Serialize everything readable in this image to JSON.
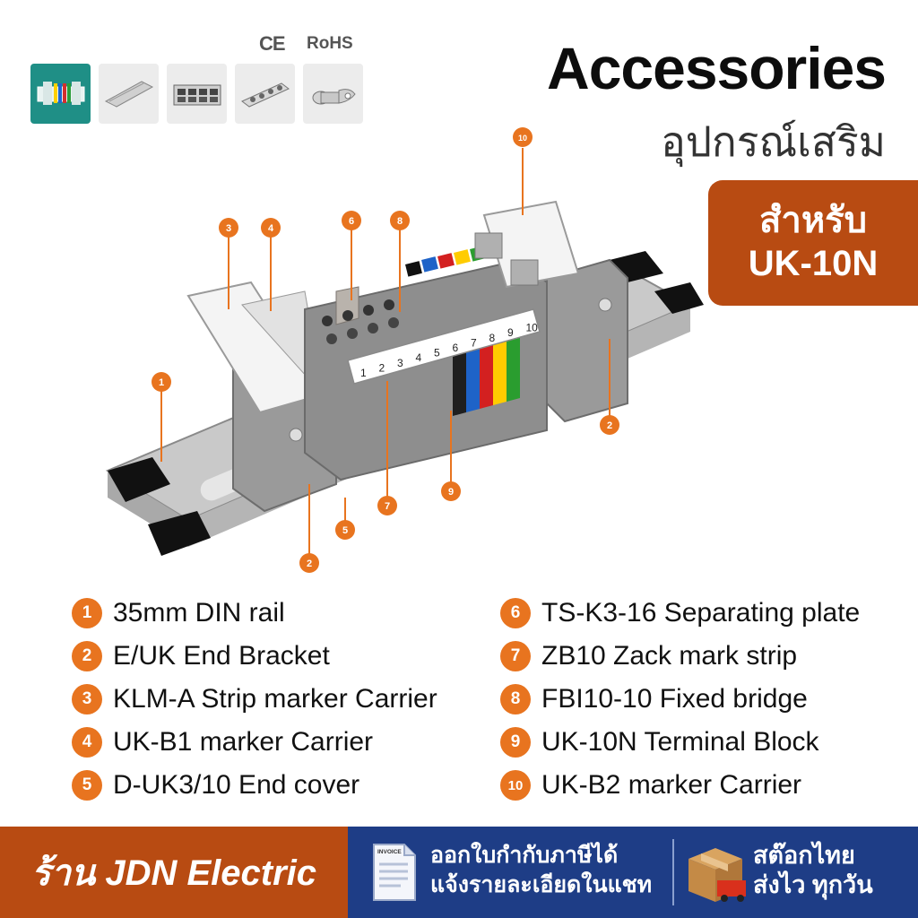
{
  "certifications": {
    "ce": "CE",
    "rohs": "RoHS"
  },
  "thumbnails": [
    "terminal-assembly",
    "din-rail",
    "terminal-block-row",
    "fixed-bridge",
    "ring-terminal"
  ],
  "header": {
    "title": "Accessories",
    "subtitle": "อุปกรณ์เสริม",
    "for_label": "สำหรับ",
    "model": "UK-10N"
  },
  "callout_numbers": [
    "1",
    "2",
    "2",
    "3",
    "4",
    "5",
    "6",
    "7",
    "8",
    "9",
    "10"
  ],
  "terminal_labels": [
    "1",
    "2",
    "3",
    "4",
    "5",
    "6",
    "7",
    "8",
    "9",
    "10"
  ],
  "legend": [
    {
      "num": "1",
      "text": "35mm DIN rail"
    },
    {
      "num": "2",
      "text": "E/UK End Bracket"
    },
    {
      "num": "3",
      "text": "KLM-A Strip marker Carrier"
    },
    {
      "num": "4",
      "text": "UK-B1 marker Carrier"
    },
    {
      "num": "5",
      "text": "D-UK3/10 End cover"
    },
    {
      "num": "6",
      "text": "TS-K3-16 Separating plate"
    },
    {
      "num": "7",
      "text": "ZB10 Zack mark strip"
    },
    {
      "num": "8",
      "text": "FBI10-10 Fixed bridge"
    },
    {
      "num": "9",
      "text": "UK-10N Terminal Block"
    },
    {
      "num": "10",
      "text": "UK-B2 marker Carrier"
    }
  ],
  "footer": {
    "shop": "ร้าน JDN Electric",
    "invoice_badge": "INVOICE",
    "invoice_line1": "ออกใบกำกับภาษีได้",
    "invoice_line2": "แจ้งรายละเอียดในแชท",
    "stock_line1": "สต๊อกไทย",
    "stock_line2": "ส่งไว ทุกวัน"
  },
  "colors": {
    "accent_orange": "#e8741f",
    "brand_brown": "#b84b12",
    "footer_blue": "#1e3d86"
  }
}
